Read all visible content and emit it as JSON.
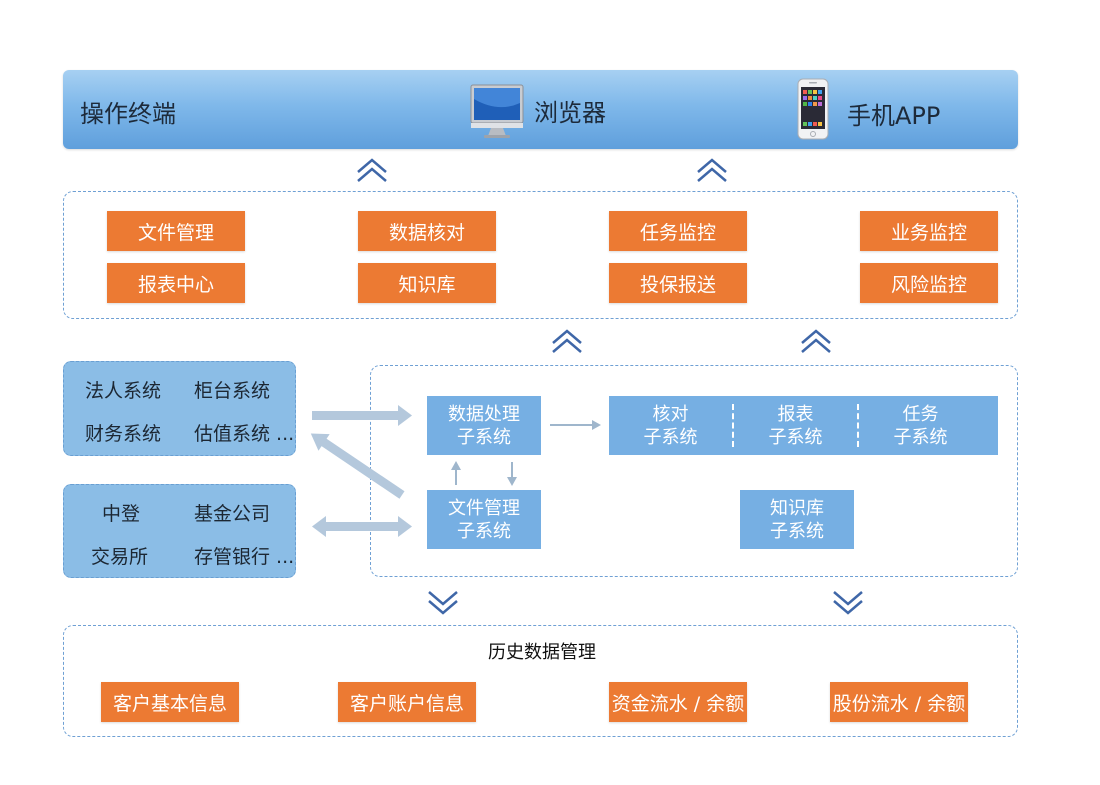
{
  "terminal": {
    "title": "操作终端",
    "browser_label": "浏览器",
    "mobile_label": "手机APP"
  },
  "functions": [
    {
      "label": "文件管理"
    },
    {
      "label": "数据核对"
    },
    {
      "label": "任务监控"
    },
    {
      "label": "业务监控"
    },
    {
      "label": "报表中心"
    },
    {
      "label": "知识库"
    },
    {
      "label": "投保报送"
    },
    {
      "label": "风险监控"
    }
  ],
  "external_systems": {
    "group1": [
      "法人系统",
      "柜台系统",
      "财务系统",
      "估值系统 ..."
    ],
    "group2": [
      "中登",
      "基金公司",
      "交易所",
      "存管银行 ..."
    ]
  },
  "subsystems": {
    "data_processing": [
      "数据处理",
      "子系统"
    ],
    "file_management": [
      "文件管理",
      "子系统"
    ],
    "verification": [
      "核对",
      "子系统"
    ],
    "report": [
      "报表",
      "子系统"
    ],
    "task": [
      "任务",
      "子系统"
    ],
    "knowledge_base": [
      "知识库",
      "子系统"
    ]
  },
  "history": {
    "title": "历史数据管理",
    "items": [
      "客户基本信息",
      "客户账户信息",
      "资金流水 / 余额",
      "股份流水 / 余额"
    ]
  },
  "colors": {
    "orange": "#ec7a33",
    "blue_box": "#76afe3",
    "light_blue_box": "#8bbde6",
    "arrow": "#3f67a8",
    "connector": "#b4c8dc"
  },
  "icons": [
    "monitor-icon",
    "phone-icon",
    "chevron-up-icon",
    "chevron-down-icon"
  ]
}
